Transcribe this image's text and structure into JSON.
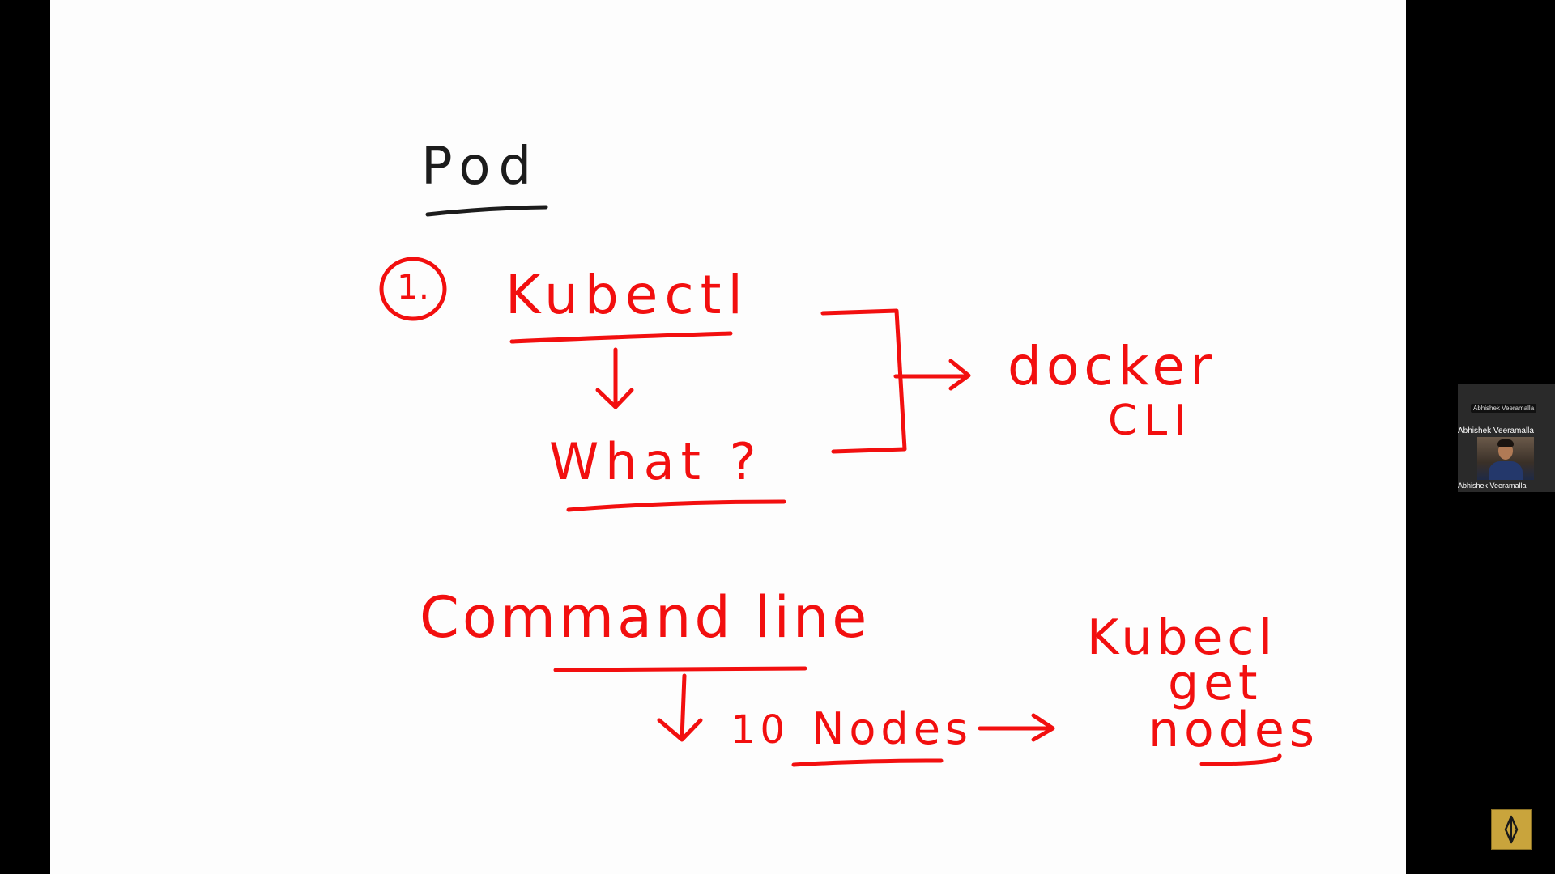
{
  "whiteboard": {
    "title": "Pod",
    "step_marker": "1.",
    "kubectl": "Kubectl",
    "what": "What ?",
    "docker": "docker",
    "cli": "CLI",
    "command_line": "Command line",
    "ten_nodes_number": "10",
    "ten_nodes_word": "Nodes",
    "kubectl_cmd": "Kubecl",
    "get": "get",
    "nodes": "nodes",
    "colors": {
      "background": "#fdfdfd",
      "black_ink": "#1c1c1c",
      "red_ink": "#f20f0f"
    }
  },
  "participant": {
    "name_label_top": "Abhishek Veeramalla",
    "name_label_mid": "Abhishek Veeramalla",
    "name_label_bottom": "Abhishek Veeramalla"
  },
  "app": {
    "logo_icon": "compass-diamond-icon",
    "logo_color": "#c9a43c"
  }
}
